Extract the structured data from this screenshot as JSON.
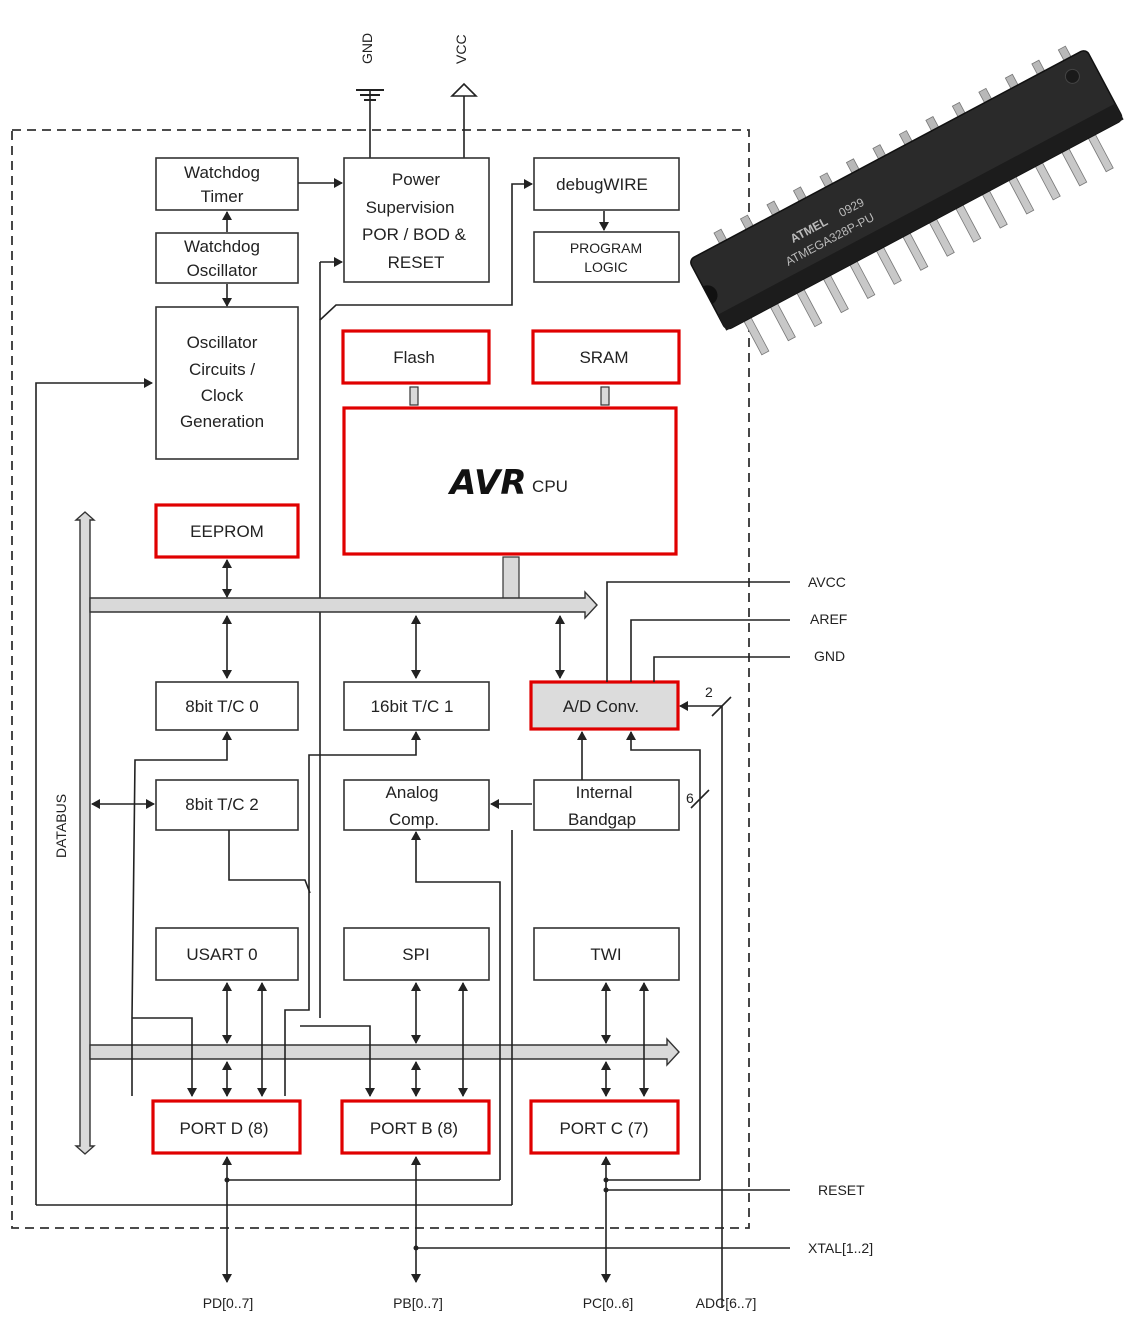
{
  "supply": {
    "gnd": "GND",
    "vcc": "VCC"
  },
  "blocks": {
    "watchdog_timer": [
      "Watchdog",
      "Timer"
    ],
    "watchdog_osc": [
      "Watchdog",
      "Oscillator"
    ],
    "oscillator": [
      "Oscillator",
      "Circuits /",
      "Clock",
      "Generation"
    ],
    "power": [
      "Power",
      "Supervision",
      "POR / BOD &",
      "RESET"
    ],
    "debugwire": "debugWIRE",
    "program_logic": [
      "PROGRAM",
      "LOGIC"
    ],
    "flash": "Flash",
    "sram": "SRAM",
    "cpu_logo": "AVR",
    "cpu_label": "CPU",
    "eeprom": "EEPROM",
    "tc0": "8bit T/C 0",
    "tc1": "16bit T/C 1",
    "adc": "A/D Conv.",
    "tc2": "8bit T/C 2",
    "analog_comp": [
      "Analog",
      "Comp."
    ],
    "bandgap": [
      "Internal",
      "Bandgap"
    ],
    "usart": "USART 0",
    "spi": "SPI",
    "twi": "TWI",
    "portd": "PORT D (8)",
    "portb": "PORT B (8)",
    "portc": "PORT C (7)"
  },
  "databus": "DATABUS",
  "right_pins": {
    "avcc": "AVCC",
    "aref": "AREF",
    "gnd": "GND",
    "reset": "RESET",
    "xtal": "XTAL[1..2]"
  },
  "bus_widths": {
    "adc_in": "2",
    "bandgap_in": "6"
  },
  "bottom_pins": {
    "pd": "PD[0..7]",
    "pb": "PB[0..7]",
    "pc": "PC[0..6]",
    "adc": "ADC[6..7]"
  },
  "chip": {
    "brand": "ATMEL",
    "code": "0929",
    "part": "ATMEGA328P-PU"
  },
  "colors": {
    "highlight": "#e00000",
    "bus_fill": "#d9d9d9",
    "chip_body": "#2a2a2a",
    "pins": "#c8c8c8"
  }
}
